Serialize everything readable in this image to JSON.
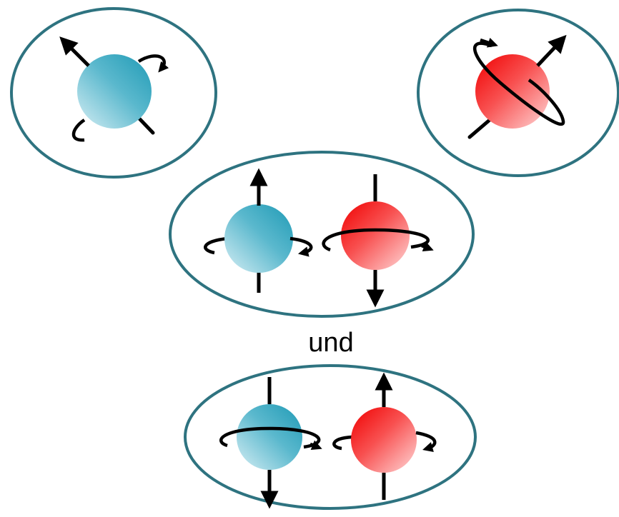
{
  "connector_label": "und",
  "colors": {
    "outline": "#2E7380",
    "stroke": "#000000",
    "blue_ball_dark": "#1F9AB5",
    "blue_ball_light": "#D6EEF4",
    "red_ball_dark": "#F00000",
    "red_ball_light": "#FFD8D8"
  },
  "groups": [
    {
      "name": "single-spin-blue",
      "particles": [
        "blue"
      ]
    },
    {
      "name": "single-spin-red",
      "particles": [
        "red"
      ]
    },
    {
      "name": "pair-blue-up-red-down",
      "particles": [
        "blue-spin-up",
        "red-spin-down"
      ]
    },
    {
      "name": "pair-blue-down-red-up",
      "particles": [
        "blue-spin-down",
        "red-spin-up"
      ]
    }
  ]
}
